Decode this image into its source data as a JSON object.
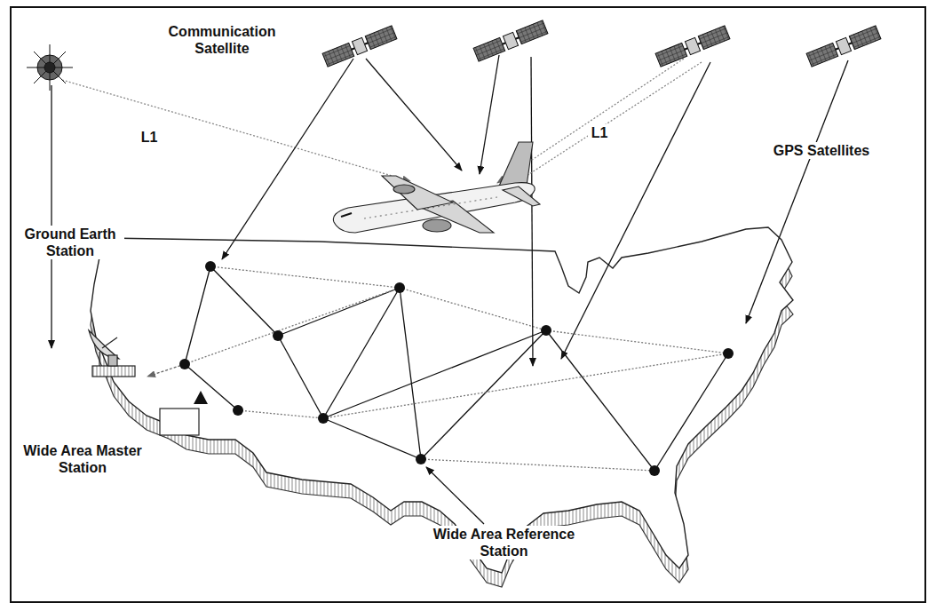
{
  "diagram": {
    "labels": [
      "Communication Satellite",
      "L1",
      "GPS Satellites",
      "L1",
      "Ground Earth Station",
      "Wide Area Master Station",
      "Wide Area Reference Station"
    ]
  }
}
